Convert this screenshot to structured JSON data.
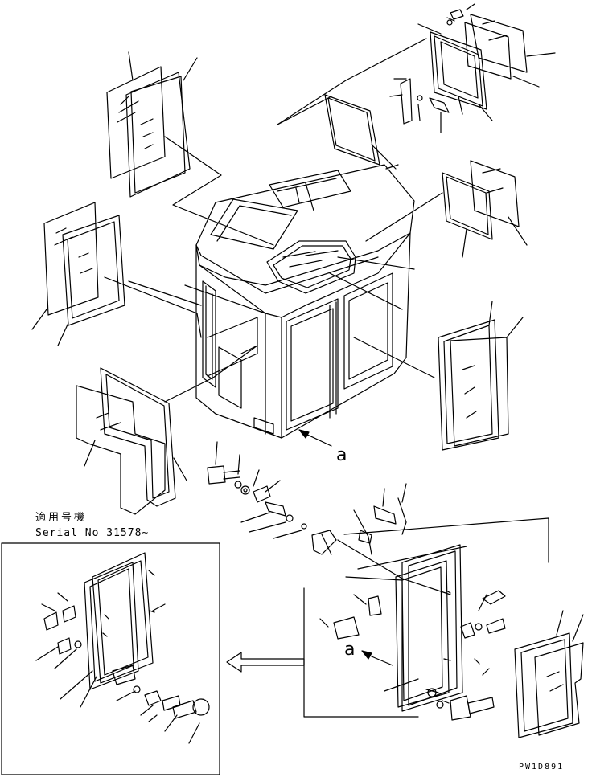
{
  "diagram": {
    "serial_note_jp": "適用号機",
    "serial_note": "Serial No 31578~",
    "view_marker_1": "a",
    "view_marker_2": "a",
    "drawing_code": "PW1D891"
  }
}
